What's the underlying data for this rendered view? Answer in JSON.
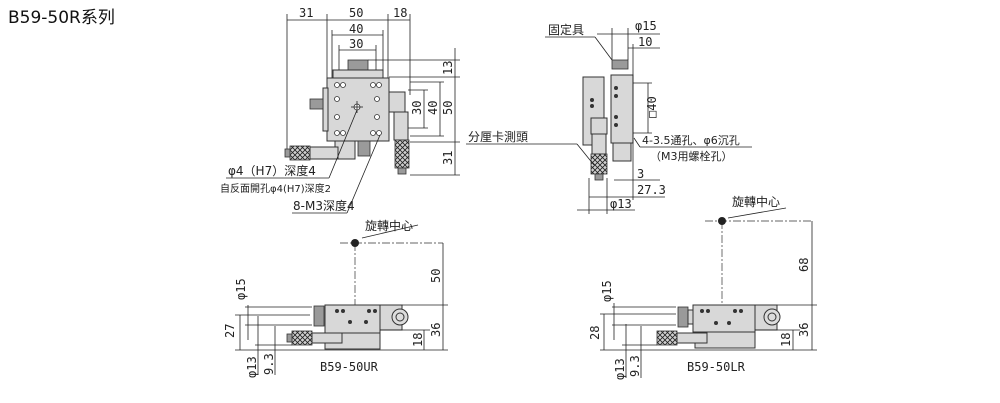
{
  "title": "B59-50R系列",
  "top_view": {
    "dims": {
      "d31_left": "31",
      "d50": "50",
      "d18": "18",
      "d40": "40",
      "d30": "30",
      "d13": "13",
      "d50_v": "50",
      "d40_v": "40",
      "d30_v": "30",
      "d31_bottom": "31"
    },
    "labels": {
      "pin_hole": "φ4（H7）深度4",
      "back_hole": "自反面開孔φ4(H7)深度2",
      "tapped": "8-M3深度4"
    }
  },
  "side_view": {
    "dims": {
      "phi15": "φ15",
      "d10": "10",
      "sq40": "□40",
      "d3": "3",
      "d27_3": "27.3",
      "phi13": "φ13"
    },
    "labels": {
      "clamp": "固定具",
      "micrometer": "分厘卡測頭",
      "holes": "4-3.5通孔、φ6沉孔",
      "bolt": "（M3用螺栓孔）"
    }
  },
  "model_ur": {
    "name": "B59-50UR",
    "center_label": "旋轉中心",
    "dims": {
      "d50": "50",
      "d36": "36",
      "d18": "18",
      "d27": "27",
      "phi15": "φ15",
      "phi13": "φ13",
      "d9_3": "9.3"
    }
  },
  "model_lr": {
    "name": "B59-50LR",
    "center_label": "旋轉中心",
    "dims": {
      "d68": "68",
      "d36": "36",
      "d18": "18",
      "d28": "28",
      "phi15": "φ15",
      "phi13": "φ13",
      "d9_3": "9.3"
    }
  }
}
